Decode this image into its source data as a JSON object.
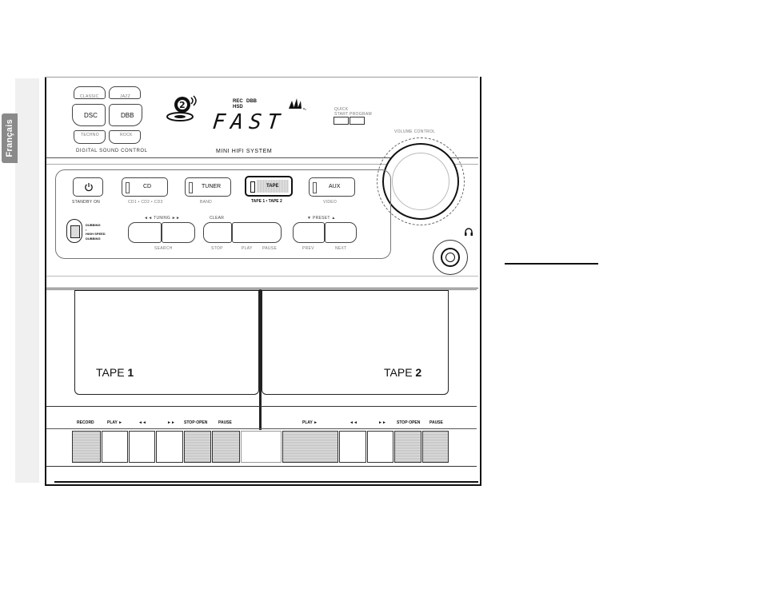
{
  "side_tab": "Français",
  "sound_control": {
    "title": "DIGITAL SOUND CONTROL",
    "buttons": [
      "CLASSIC",
      "JAZZ",
      "DSC",
      "DBB",
      "TECHNO",
      "ROCK"
    ]
  },
  "display": {
    "indicators": [
      "REC",
      "DBB",
      "HSD"
    ],
    "lcd_text": "FAST",
    "product_name": "MINI HIFI SYSTEM"
  },
  "quick_select": {
    "title": "QUICK",
    "left": "START",
    "right": "PROGRAM"
  },
  "volume": {
    "label": "VOLUME CONTROL"
  },
  "source_row": {
    "standby": "STANDBY ON",
    "cd": {
      "label": "CD",
      "caption": "CD1 • CD2 • CD3"
    },
    "tuner": {
      "label": "TUNER",
      "caption": "BAND"
    },
    "tape": {
      "label": "TAPE",
      "caption": "TAPE 1 • TAPE 2"
    },
    "aux": {
      "label": "AUX",
      "caption": "VIDEO"
    }
  },
  "transport_row": {
    "dubbing": [
      "DUBBING",
      "•",
      "HIGH SPEED",
      "DUBBING"
    ],
    "tuning": "◄◄  TUNING  ►►",
    "search": "SEARCH",
    "clear": "CLEAR",
    "stop": "STOP",
    "play": "PLAY",
    "pause": "PAUSE",
    "preset": "▼  PRESET  ▲",
    "prev": "PREV",
    "next": "NEXT"
  },
  "decks": {
    "left": {
      "label": "TAPE ",
      "number": "1"
    },
    "right": {
      "label": "TAPE ",
      "number": "2"
    }
  },
  "deck_controls": {
    "left": [
      "RECORD",
      "PLAY ►",
      "◄◄",
      "►►",
      "STOP·OPEN",
      "PAUSE"
    ],
    "right": [
      "PLAY ►",
      "◄◄",
      "►►",
      "STOP·OPEN",
      "PAUSE"
    ]
  }
}
